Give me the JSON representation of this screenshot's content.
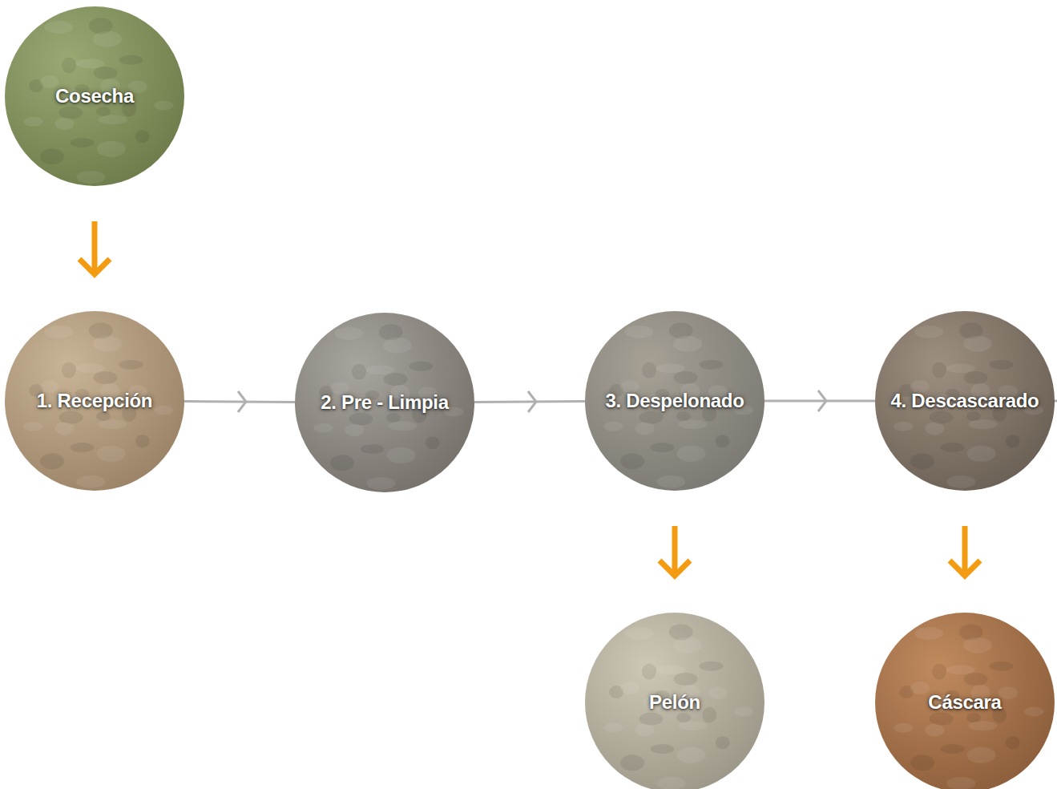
{
  "diagram": {
    "nodes": [
      {
        "text": [
          "Cosecha"
        ]
      },
      {
        "text": [
          "1. Recepción"
        ]
      },
      {
        "text": [
          "2. Pre - Limpia"
        ]
      },
      {
        "text": [
          "3. Despelonado"
        ]
      },
      {
        "text": [
          "4. Descascarado"
        ]
      },
      {
        "text": [
          "Pelón"
        ]
      },
      {
        "text": [
          "Cáscara"
        ]
      }
    ],
    "edges": [
      {
        "from": 0,
        "to": 1,
        "arrow": "to"
      },
      {
        "from": 1,
        "to": 2,
        "arrow": "to"
      },
      {
        "from": 2,
        "to": 3,
        "arrow": "to"
      },
      {
        "from": 3,
        "to": 4,
        "arrow": "to"
      },
      {
        "from": 3,
        "to": 5,
        "arrow": "to"
      },
      {
        "from": 4,
        "to": 6,
        "arrow": "to"
      }
    ]
  }
}
